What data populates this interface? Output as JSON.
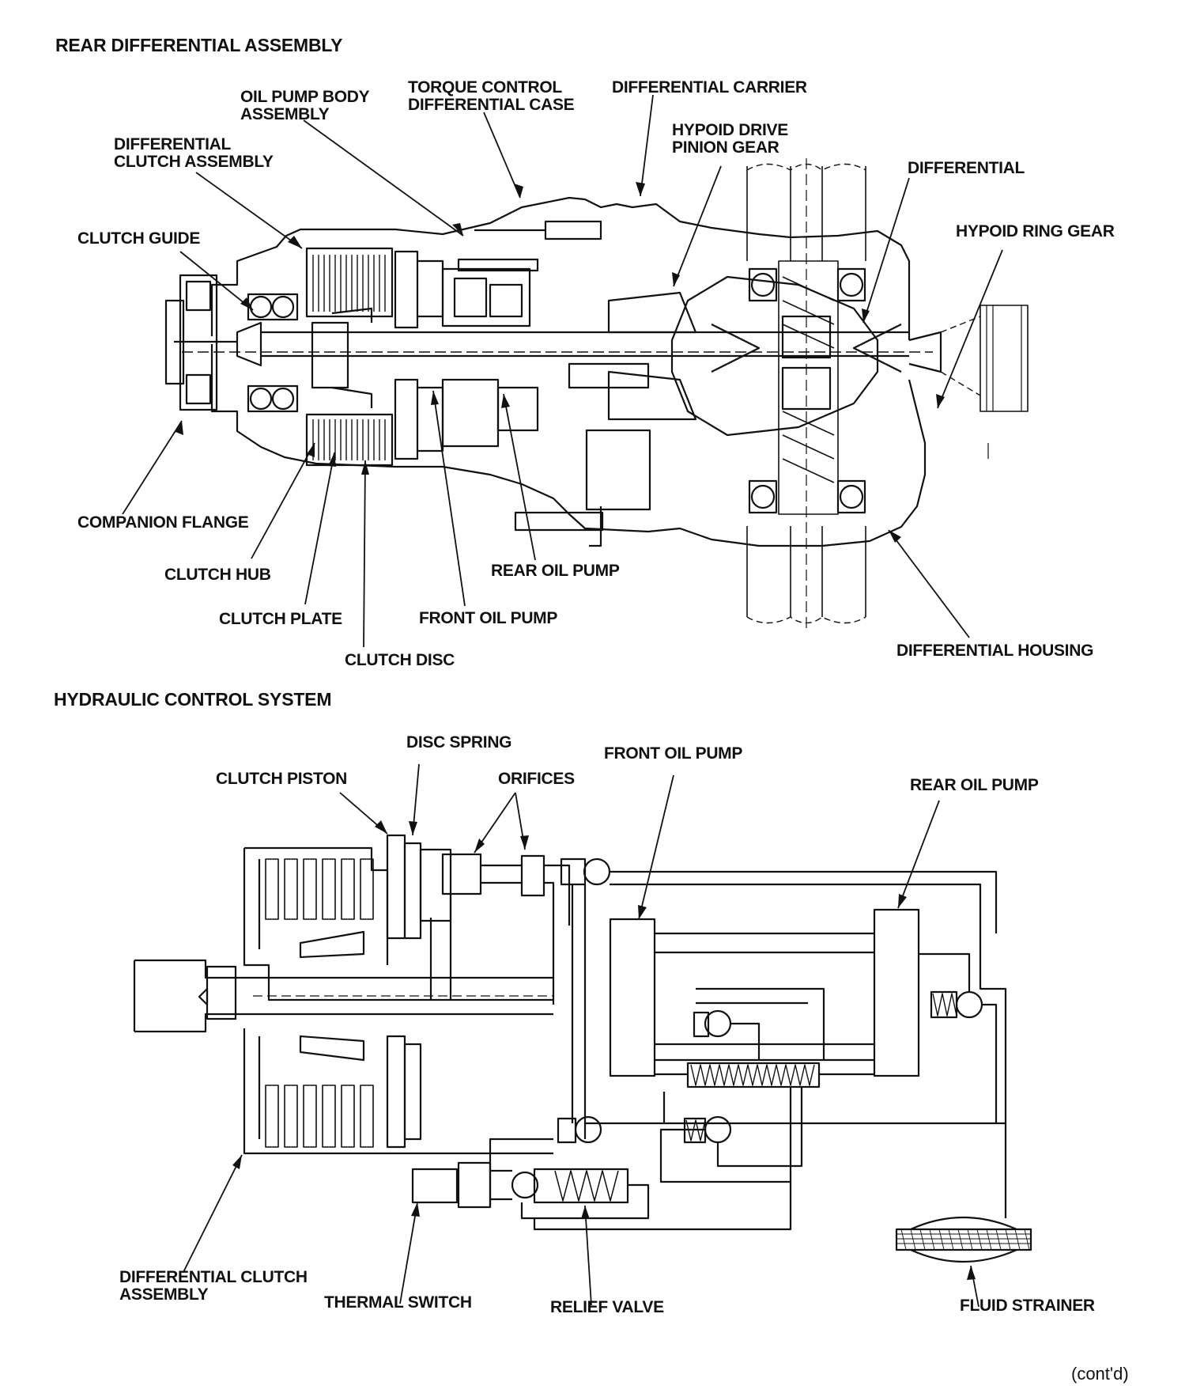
{
  "sections": {
    "rear_title": "REAR DIFFERENTIAL ASSEMBLY",
    "hydraulic_title": "HYDRAULIC CONTROL SYSTEM"
  },
  "rear_labels": {
    "oil_pump_body": "OIL PUMP BODY\nASSEMBLY",
    "torque_control": "TORQUE CONTROL\nDIFFERENTIAL CASE",
    "differential_carrier": "DIFFERENTIAL CARRIER",
    "hypoid_drive": "HYPOID DRIVE\nPINION GEAR",
    "differential_clutch": "DIFFERENTIAL\nCLUTCH ASSEMBLY",
    "differential": "DIFFERENTIAL",
    "clutch_guide": "CLUTCH GUIDE",
    "hypoid_ring": "HYPOID RING GEAR",
    "companion_flange": "COMPANION FLANGE",
    "clutch_hub": "CLUTCH HUB",
    "rear_oil_pump": "REAR OIL PUMP",
    "clutch_plate": "CLUTCH PLATE",
    "front_oil_pump": "FRONT OIL PUMP",
    "clutch_disc": "CLUTCH DISC",
    "differential_housing": "DIFFERENTIAL HOUSING"
  },
  "hyd_labels": {
    "disc_spring": "DISC SPRING",
    "front_oil_pump": "FRONT OIL PUMP",
    "clutch_piston": "CLUTCH PISTON",
    "orifices": "ORIFICES",
    "rear_oil_pump": "REAR OIL PUMP",
    "differential_clutch": "DIFFERENTIAL CLUTCH\nASSEMBLY",
    "thermal_switch": "THERMAL SWITCH",
    "relief_valve": "RELIEF VALVE",
    "fluid_strainer": "FLUID STRAINER"
  },
  "footer": {
    "contd": "(cont'd)"
  }
}
